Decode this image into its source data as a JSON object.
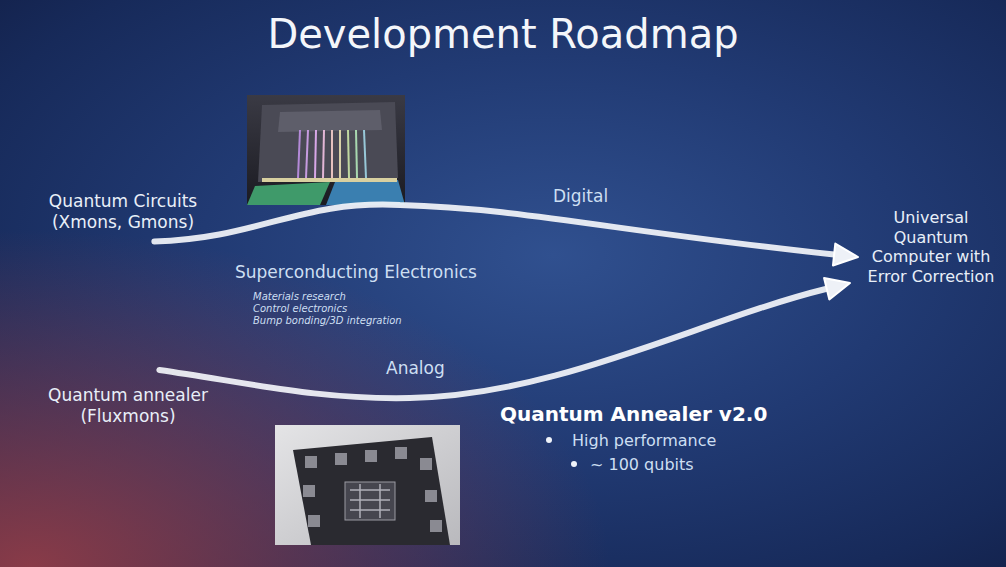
{
  "diagram": {
    "title": "Development Roadmap",
    "nodes": [
      {
        "text": [
          "Quantum Circuits (Xmons, Gmons)"
        ]
      },
      {
        "text": [
          "Quantum annealer (Fluxmons)"
        ]
      },
      {
        "text": [
          "Universal Quantum Computer with Error Correction"
        ]
      }
    ],
    "edges": [
      {
        "from": 0,
        "to": 2,
        "arrow": "to",
        "label": "Digital"
      },
      {
        "from": 1,
        "to": 2,
        "arrow": "to",
        "label": "Analog"
      }
    ],
    "labels": [
      "Superconducting Electronics",
      "Materials research",
      "Control electronics",
      "Bump bonding/3D integration",
      "Quantum Annealer v2.0",
      "High performance",
      "~ 100 qubits"
    ]
  }
}
